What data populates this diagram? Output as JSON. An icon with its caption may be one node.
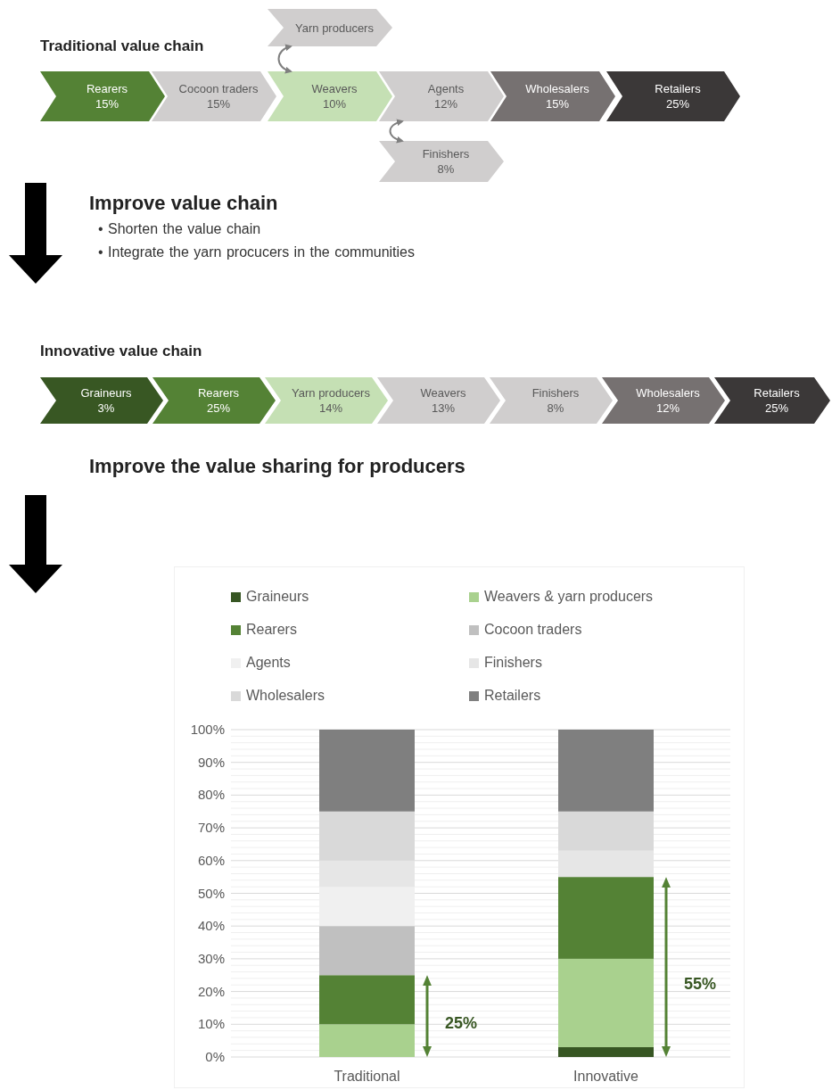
{
  "diagram": {
    "nodes": [
      {
        "text": [
          "Rearers",
          "15%"
        ]
      },
      {
        "text": [
          "Cocoon traders",
          "15%"
        ]
      },
      {
        "text": [
          "Yarn producers"
        ]
      },
      {
        "text": [
          "Weavers",
          "10%"
        ]
      },
      {
        "text": [
          "Agents",
          "12%"
        ]
      },
      {
        "text": [
          "Finishers",
          "8%"
        ]
      },
      {
        "text": [
          "Wholesalers",
          "15%"
        ]
      },
      {
        "text": [
          "Retailers",
          "25%"
        ]
      },
      {
        "text": [
          "Graineurs",
          "3%"
        ]
      },
      {
        "text": [
          "Rearers",
          "25%"
        ]
      },
      {
        "text": [
          "Yarn producers",
          "14%"
        ]
      },
      {
        "text": [
          "Weavers",
          "13%"
        ]
      },
      {
        "text": [
          "Finishers",
          "8%"
        ]
      },
      {
        "text": [
          "Wholesalers",
          "12%"
        ]
      },
      {
        "text": [
          "Retailers",
          "25%"
        ]
      }
    ],
    "edges": [
      {
        "from": 2,
        "to": 3,
        "arrow": "both"
      },
      {
        "from": 4,
        "to": 5,
        "arrow": "both"
      }
    ],
    "labels": [
      "Traditional value chain",
      "Improve value chain",
      "• Shorten the value chain",
      "• Integrate the yarn procucers in the communities",
      "Innovative value chain",
      "Improve the value sharing for producers"
    ],
    "chart_data": {
      "type": "bar",
      "stacked": true,
      "orientation": "vertical",
      "categories": [
        "Traditional",
        "Innovative"
      ],
      "series": [
        {
          "name": "Graineurs",
          "color": "#375623",
          "values": [
            0,
            3
          ]
        },
        {
          "name": "Weavers & yarn producers",
          "color": "#a9d18e",
          "values": [
            10,
            27
          ]
        },
        {
          "name": "Rearers",
          "color": "#548235",
          "values": [
            15,
            25
          ]
        },
        {
          "name": "Cocoon traders",
          "color": "#c0c0c0",
          "values": [
            15,
            0
          ]
        },
        {
          "name": "Agents",
          "color": "#f0f0f0",
          "values": [
            12,
            0
          ]
        },
        {
          "name": "Finishers",
          "color": "#e6e6e6",
          "values": [
            8,
            8
          ]
        },
        {
          "name": "Wholesalers",
          "color": "#d9d9d9",
          "values": [
            15,
            12
          ]
        },
        {
          "name": "Retailers",
          "color": "#7f7f7f",
          "values": [
            25,
            25
          ]
        }
      ],
      "ylim": [
        0,
        100
      ],
      "yticks": [
        {
          "value": 0,
          "label": "0%"
        },
        {
          "value": 10,
          "label": "10%"
        },
        {
          "value": 20,
          "label": "20%"
        },
        {
          "value": 30,
          "label": "30%"
        },
        {
          "value": 40,
          "label": "40%"
        },
        {
          "value": 50,
          "label": "50%"
        },
        {
          "value": 60,
          "label": "60%"
        },
        {
          "value": 70,
          "label": "70%"
        },
        {
          "value": 80,
          "label": "80%"
        },
        {
          "value": 90,
          "label": "90%"
        },
        {
          "value": 100,
          "label": "100%"
        }
      ],
      "annotations": [
        "25%",
        "55%"
      ],
      "grid": true,
      "legend": "top"
    }
  }
}
